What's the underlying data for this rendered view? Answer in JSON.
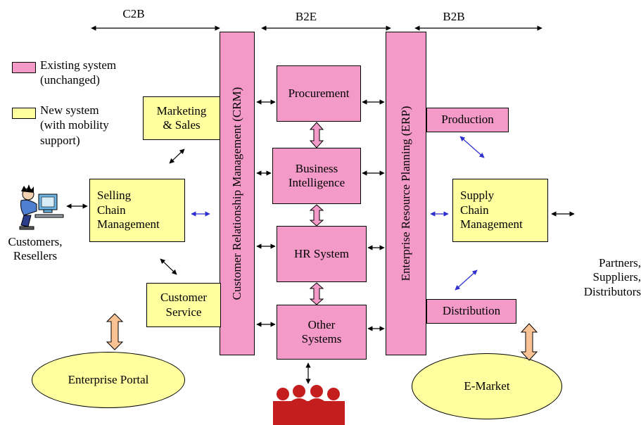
{
  "top_labels": {
    "c2b": "C2B",
    "b2e": "B2E",
    "b2b": "B2B"
  },
  "legend": {
    "existing": "Existing system",
    "existing_sub": "(unchanged)",
    "new": "New system",
    "new_sub1": "(with mobility",
    "new_sub2": "support)",
    "existing_color": "#f49ac8",
    "new_color": "#ffffa0"
  },
  "crm": "Customer Relationship Management (CRM)",
  "erp": "Enterprise Resource Planning (ERP)",
  "center": {
    "procurement": "Procurement",
    "bi_line1": "Business",
    "bi_line2": "Intelligence",
    "hr": "HR System",
    "other_line1": "Other",
    "other_line2": "Systems"
  },
  "left": {
    "marketing_line1": "Marketing",
    "marketing_line2": "& Sales",
    "selling_line1": "Selling",
    "selling_line2": "Chain",
    "selling_line3": "Management",
    "service_line1": "Customer",
    "service_line2": "Service",
    "customers_line1": "Customers,",
    "customers_line2": "Resellers",
    "portal": "Enterprise Portal"
  },
  "right": {
    "production": "Production",
    "scm_line1": "Supply",
    "scm_line2": "Chain",
    "scm_line3": "Management",
    "distribution": "Distribution",
    "partners_line1": "Partners,",
    "partners_line2": "Suppliers,",
    "partners_line3": "Distributors",
    "emarket": "E-Market"
  },
  "icons": {
    "customer": "person-at-computer-icon",
    "employees": "employee-group-icon"
  }
}
